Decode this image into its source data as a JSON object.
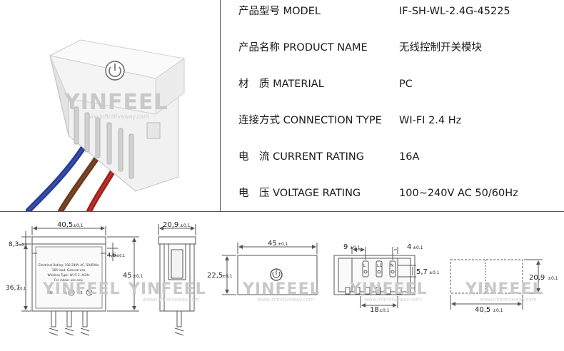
{
  "specs": [
    {
      "label": "产品型号 MODEL",
      "value": "IF-SH-WL-2.4G-45225"
    },
    {
      "label": "产品名称 PRODUCT NAME",
      "value": "无线控制开关模块"
    },
    {
      "label": "材　质 MATERIAL",
      "value": "PC"
    },
    {
      "label": "连接方式 CONNECTION TYPE",
      "value": "WI-FI 2.4 Hz"
    },
    {
      "label": "电　流 CURRENT RATING",
      "value": "16A"
    },
    {
      "label": "电　压 VOLTAGE RATING",
      "value": "100~240V AC  50/60Hz"
    }
  ],
  "watermark": {
    "brand": "YINFEEL",
    "url": "www.infinitiveway.com"
  },
  "drawing": {
    "front": {
      "width": "40,5",
      "width_tol": "±0,1",
      "top_offset": "8,3",
      "top_offset_tol": "±0,1",
      "height": "45",
      "height_tol": "±0,1",
      "side_offset": "36,7",
      "side_offset_tol": "±0,1",
      "tab_height": "4,6",
      "tab_height_tol": "±0,1",
      "label_lines": [
        "Electrical Rating: 100-240V AC, 50/60Hz",
        "16A load,  General use",
        "Wireless Type: Wi-Fi 2. 4GHz",
        "For indoor use only"
      ],
      "terminals": [
        "N",
        "L",
        "L1"
      ]
    },
    "side": {
      "depth": "20,9",
      "depth_tol": "±0,1"
    },
    "top_view": {
      "length": "45",
      "length_tol": "±0,1",
      "height": "22,5",
      "height_tol": "±0,1"
    },
    "bottom_view": {
      "left_gap": "9",
      "left_gap_tol": "±0,1",
      "right_gap": "4",
      "right_gap_tol": "±0,1",
      "pitch": "5,7",
      "pitch_tol": "±0,1",
      "span": "18",
      "span_tol": "±0,1",
      "terminals": [
        "L",
        "L1",
        "N"
      ]
    },
    "outline": {
      "height": "20,9",
      "height_tol": "±0,1",
      "width": "40,5",
      "width_tol": "±0,1"
    }
  }
}
